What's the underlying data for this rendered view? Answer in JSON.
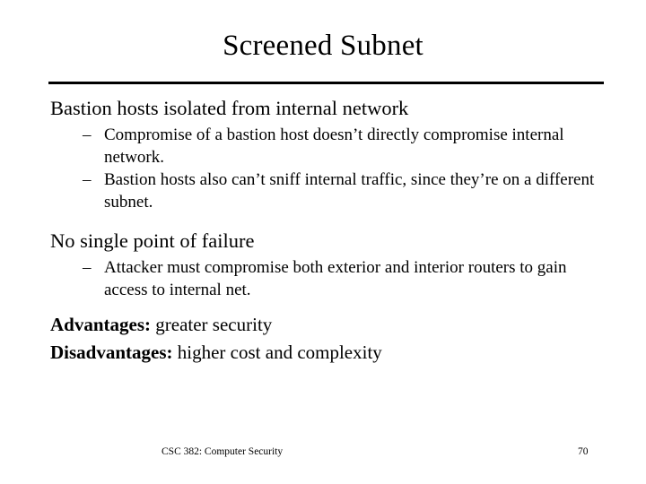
{
  "slide": {
    "title": "Screened Subnet",
    "blocks": [
      {
        "heading": "Bastion hosts isolated from internal network",
        "subpoints": [
          "Compromise of a bastion host doesn’t directly compromise internal network.",
          "Bastion hosts also can’t sniff internal traffic, since they’re on a different subnet."
        ]
      },
      {
        "heading": "No single point of failure",
        "subpoints": [
          "Attacker must compromise both exterior and interior routers to gain access to internal net."
        ]
      }
    ],
    "statements": [
      {
        "lead": "Advantages:",
        "rest": " greater security"
      },
      {
        "lead": "Disadvantages:",
        "rest": " higher cost and complexity"
      }
    ],
    "bullet_marker": "–",
    "footer": {
      "course": "CSC 382: Computer Security",
      "page": "70"
    }
  }
}
